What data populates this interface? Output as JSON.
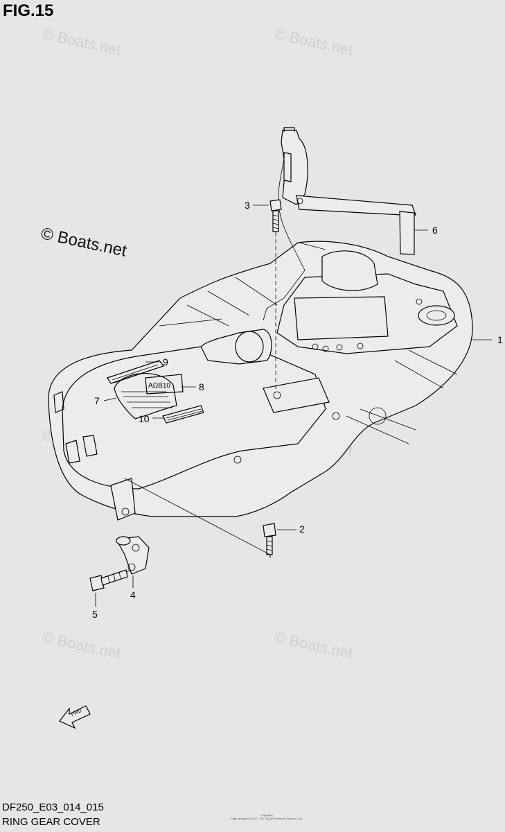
{
  "header": {
    "figure": "FIG.15"
  },
  "watermark": {
    "text": "© Boats.net"
  },
  "callouts": [
    "1",
    "2",
    "3",
    "4",
    "5",
    "6",
    "7",
    "8",
    "9",
    "10"
  ],
  "label_text": "AΩB10",
  "fwd_label": "FWD",
  "footer": {
    "code": "DF250_E03_014_015",
    "name": "RING GEAR COVER",
    "copyright": "Copyright\nPage design (c) 2004 - 2017 by ARI Network Services, Inc."
  }
}
